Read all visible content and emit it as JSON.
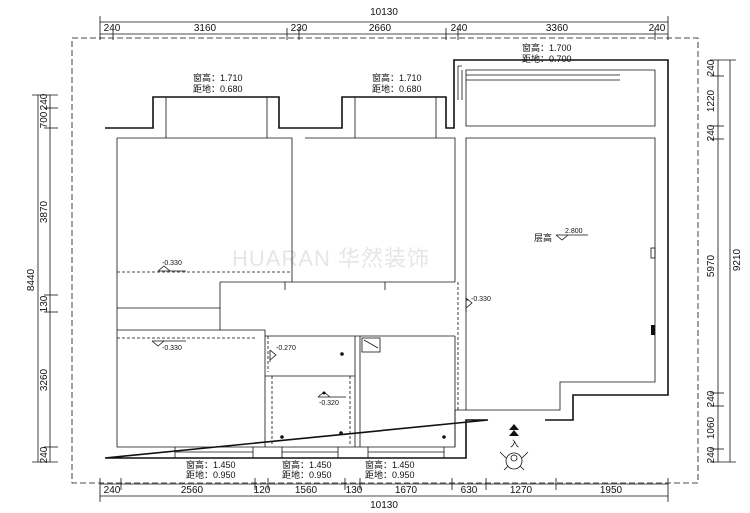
{
  "watermark": "HUARAN 华然装饰",
  "overall": {
    "top": "10130",
    "bottom": "10130",
    "left": "8440",
    "right": "9210"
  },
  "top_dims": [
    "240",
    "3160",
    "230",
    "2660",
    "240",
    "3360",
    "240"
  ],
  "bottom_dims": [
    "240",
    "2560",
    "120",
    "1560",
    "130",
    "1670",
    "630",
    "1270",
    "1950"
  ],
  "left_dims": [
    "240",
    "700",
    "3870",
    "130",
    "3260",
    "240"
  ],
  "right_dims": [
    "240",
    "1220",
    "240",
    "5970",
    "240",
    "1060",
    "240"
  ],
  "windows": [
    {
      "h_label": "窗高：1.710",
      "s_label": "距地：0.680"
    },
    {
      "h_label": "窗高：1.710",
      "s_label": "距地：0.680"
    },
    {
      "h_label": "窗高：1.700",
      "s_label": "距地：0.700"
    },
    {
      "h_label": "窗高：1.450",
      "s_label": "距地：0.950"
    },
    {
      "h_label": "窗高：1.450",
      "s_label": "距地：0.950"
    },
    {
      "h_label": "窗高：1.450",
      "s_label": "距地：0.950"
    }
  ],
  "levels": [
    "-0.330",
    "-0.330",
    "-0.330",
    "-0.270",
    "-0.320"
  ],
  "ceiling": {
    "label": "层高",
    "value": "2.800"
  },
  "entrance": {
    "label": "入"
  }
}
